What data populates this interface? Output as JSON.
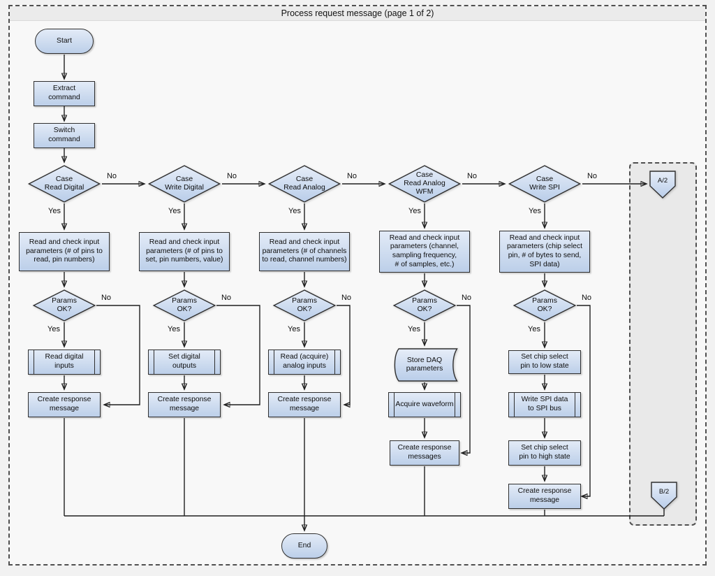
{
  "title": "Process request message (page 1 of 2)",
  "terminators": {
    "start": "Start",
    "end": "End"
  },
  "sequence": {
    "extract": "Extract\ncommand",
    "switch": "Switch\ncommand"
  },
  "labels": {
    "yes": "Yes",
    "no": "No"
  },
  "connectors": {
    "a2": "A/2",
    "b2": "B/2"
  },
  "columns": [
    {
      "case": "Case\nRead Digital",
      "param": "Read and check input\nparameters (# of pins to\nread, pin numbers)",
      "decision": "Params\nOK?",
      "action": "Read digital\ninputs",
      "create": "Create response\nmessage"
    },
    {
      "case": "Case\nWrite Digital",
      "param": "Read and check input\nparameters (# of pins to\nset, pin numbers, value)",
      "decision": "Params\nOK?",
      "action": "Set digital\noutputs",
      "create": "Create response\nmessage"
    },
    {
      "case": "Case\nRead Analog",
      "param": "Read and check input\nparameters (# of channels\nto read, channel numbers)",
      "decision": "Params\nOK?",
      "action": "Read (acquire)\nanalog inputs",
      "create": "Create response\nmessage"
    },
    {
      "case": "Case\nRead Analog\nWFM",
      "param": "Read and check input\nparameters (channel,\nsampling frequency,\n# of samples, etc.)",
      "decision": "Params\nOK?",
      "store": "Store DAQ\nparameters",
      "action": "Acquire waveform",
      "create": "Create response\nmessages"
    },
    {
      "case": "Case\nWrite SPI",
      "param": "Read and check input\nparameters (chip select\npin, # of bytes to send,\nSPI data)",
      "decision": "Params\nOK?",
      "pre": "Set chip select\npin to low state",
      "action": "Write SPI data\nto SPI bus",
      "post": "Set chip select\npin to high state",
      "create": "Create response\nmessage"
    }
  ],
  "colors": {
    "node_fill_top": "#e3ebf7",
    "node_fill_bottom": "#bccfe9",
    "node_border": "#2f2f2f",
    "region_fill": "#e9e9e9",
    "title_band": "#ebebeb",
    "page_bg": "#f8f8f8"
  }
}
